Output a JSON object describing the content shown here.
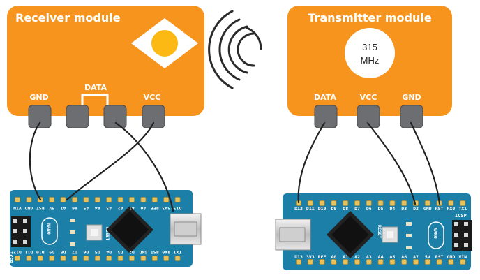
{
  "receiver": {
    "title": "Receiver module",
    "pins": [
      "GND",
      "DATA",
      "VCC"
    ]
  },
  "transmitter": {
    "title": "Transmitter module",
    "frequency_value": "315",
    "frequency_unit": "MHz",
    "pins": [
      "DATA",
      "VCC",
      "GND"
    ]
  },
  "boards": {
    "left": {
      "top_labels": [
        "D12",
        "D11",
        "D10",
        "D9",
        "D8",
        "D7",
        "D6",
        "D5",
        "D4",
        "D3",
        "D2",
        "GND",
        "RST",
        "RX0",
        "TX1"
      ],
      "bottom_labels": [
        "VIN",
        "GND",
        "RST",
        "5V",
        "A7",
        "A6",
        "A5",
        "A4",
        "A3",
        "A2",
        "A1",
        "A0",
        "REF",
        "3V3",
        "D13"
      ],
      "name": "NANO",
      "icsp": "ICSP",
      "reset": "RESET"
    },
    "right": {
      "top_labels": [
        "D12",
        "D11",
        "D10",
        "D9",
        "D8",
        "D7",
        "D6",
        "D5",
        "D4",
        "D3",
        "D2",
        "GND",
        "RST",
        "RX0",
        "TX1"
      ],
      "bottom_labels": [
        "D13",
        "3V3",
        "REF",
        "A0",
        "A1",
        "A2",
        "A3",
        "A4",
        "A5",
        "A6",
        "A7",
        "5V",
        "RST",
        "GND",
        "VIN"
      ],
      "name": "NANO",
      "icsp": "ICSP",
      "reset": "RESET"
    }
  },
  "colors": {
    "module": "#f7941d",
    "pcb": "#1c7fa8",
    "pin_pad": "#6d6e71",
    "wire": "#222222",
    "chip": "#1a1a1a"
  }
}
